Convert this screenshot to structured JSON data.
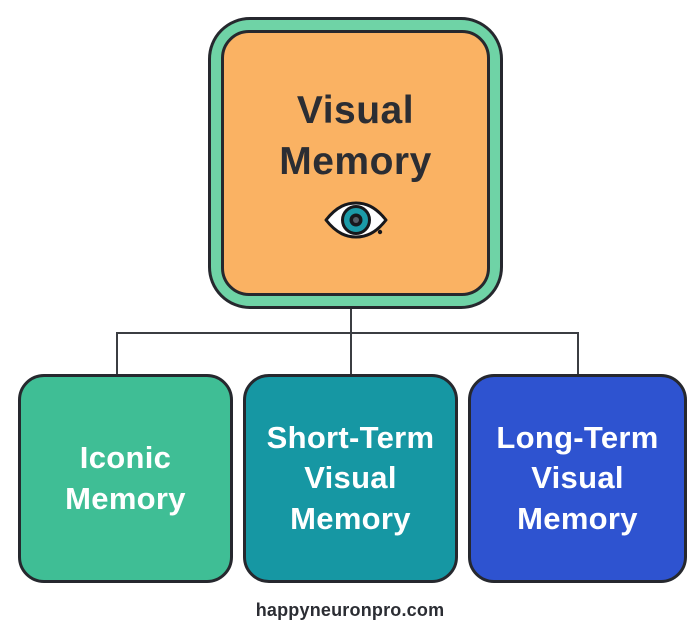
{
  "diagram": {
    "title": "Visual Memory types flowchart",
    "root": {
      "label": "Visual\nMemory",
      "icon": "eye-icon",
      "fill": "#FAB263",
      "ring_fill": "#6FD3A6",
      "text_color": "#2b2d33"
    },
    "children": [
      {
        "label": "Iconic\nMemory",
        "fill": "#3FBE95",
        "text_color": "#ffffff"
      },
      {
        "label": "Short-Term\nVisual\nMemory",
        "fill": "#1697A3",
        "text_color": "#ffffff"
      },
      {
        "label": "Long-Term\nVisual\nMemory",
        "fill": "#2E53D0",
        "text_color": "#ffffff"
      }
    ],
    "outline_color": "#26282e",
    "connector_color": "#3b3d42",
    "eye_icon": {
      "sclera": "#ffffff",
      "iris": "#1B9BA8",
      "pupil": "#17181c",
      "pupil_center": "#555e66",
      "outline": "#17181c"
    }
  },
  "footer": {
    "site": "happyneuronpro.com"
  }
}
